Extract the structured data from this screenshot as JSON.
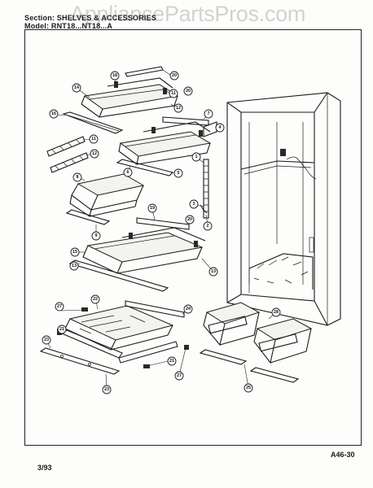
{
  "watermark": "AppliancePartsPros.com",
  "header": {
    "section": "Section: SHELVES & ACCESSORIES",
    "model": "Model: RNT18...NT18...A"
  },
  "callouts": [
    "20",
    "18",
    "14",
    "11",
    "20",
    "12",
    "7",
    "16",
    "4",
    "11",
    "12",
    "1",
    "6",
    "5",
    "8",
    "3",
    "19",
    "20",
    "2",
    "9",
    "15",
    "13",
    "13",
    "22",
    "27",
    "24",
    "28",
    "21",
    "23",
    "21",
    "27",
    "23",
    "25"
  ],
  "footer": {
    "code": "A46-30",
    "date": "3/93"
  }
}
